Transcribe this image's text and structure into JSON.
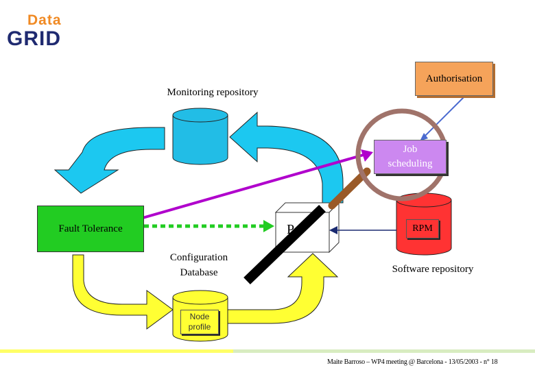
{
  "logo": {
    "top": "Data",
    "bottom": "GRID"
  },
  "labels": {
    "authorisation": "Authorisation",
    "monitoring_repository": "Monitoring repository",
    "job_scheduling": "Job scheduling",
    "fault_tolerance": "Fault Tolerance",
    "node_fragment": "P",
    "rpm": "RPM",
    "configuration_database": "Configuration Database",
    "software_repository": "Software repository",
    "node_profile": "Node profile"
  },
  "footer": "Maite Barroso – WP4 meeting @ Barcelona - 13/05/2003 - n° 18",
  "colors": {
    "monitoring_db": "#22bde6",
    "cyan_arrows": "#1cc8f0",
    "yellow_arrows": "#ffff33",
    "job_box": "#cc88f0",
    "authorisation_box": "#f5a35a",
    "fault_tolerance_box": "#22cc22",
    "rpm_db": "#ff3333",
    "config_db": "#ffff33",
    "magnifier_handle": "#9a5a28",
    "magenta_line": "#b000cc",
    "dotted_arrow": "#22cc22"
  }
}
